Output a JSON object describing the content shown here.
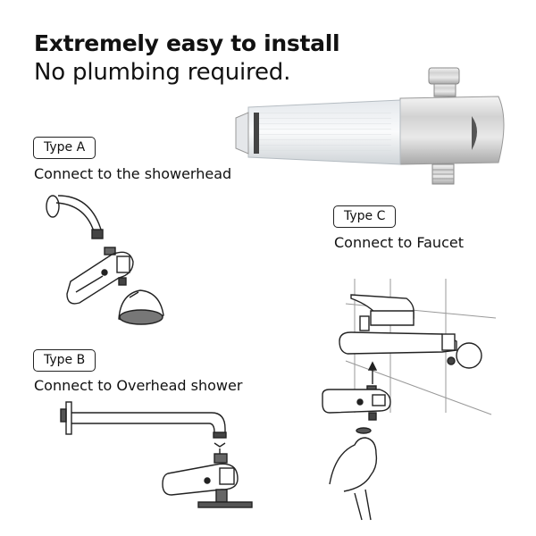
{
  "header": {
    "title": "Extremely easy to install",
    "subtitle": "No plumbing required."
  },
  "sections": [
    {
      "id": "A",
      "badge": "Type A",
      "caption": "Connect to the showerhead"
    },
    {
      "id": "B",
      "badge": "Type B",
      "caption": "Connect to Overhead shower"
    },
    {
      "id": "C",
      "badge": "Type C",
      "caption": "Connect to Faucet"
    }
  ],
  "product": {
    "name": "shower filter",
    "colors": {
      "chrome": "#d9d9d9",
      "chrome_dark": "#9a9a9a",
      "cartridge": "#eef0f2"
    }
  }
}
